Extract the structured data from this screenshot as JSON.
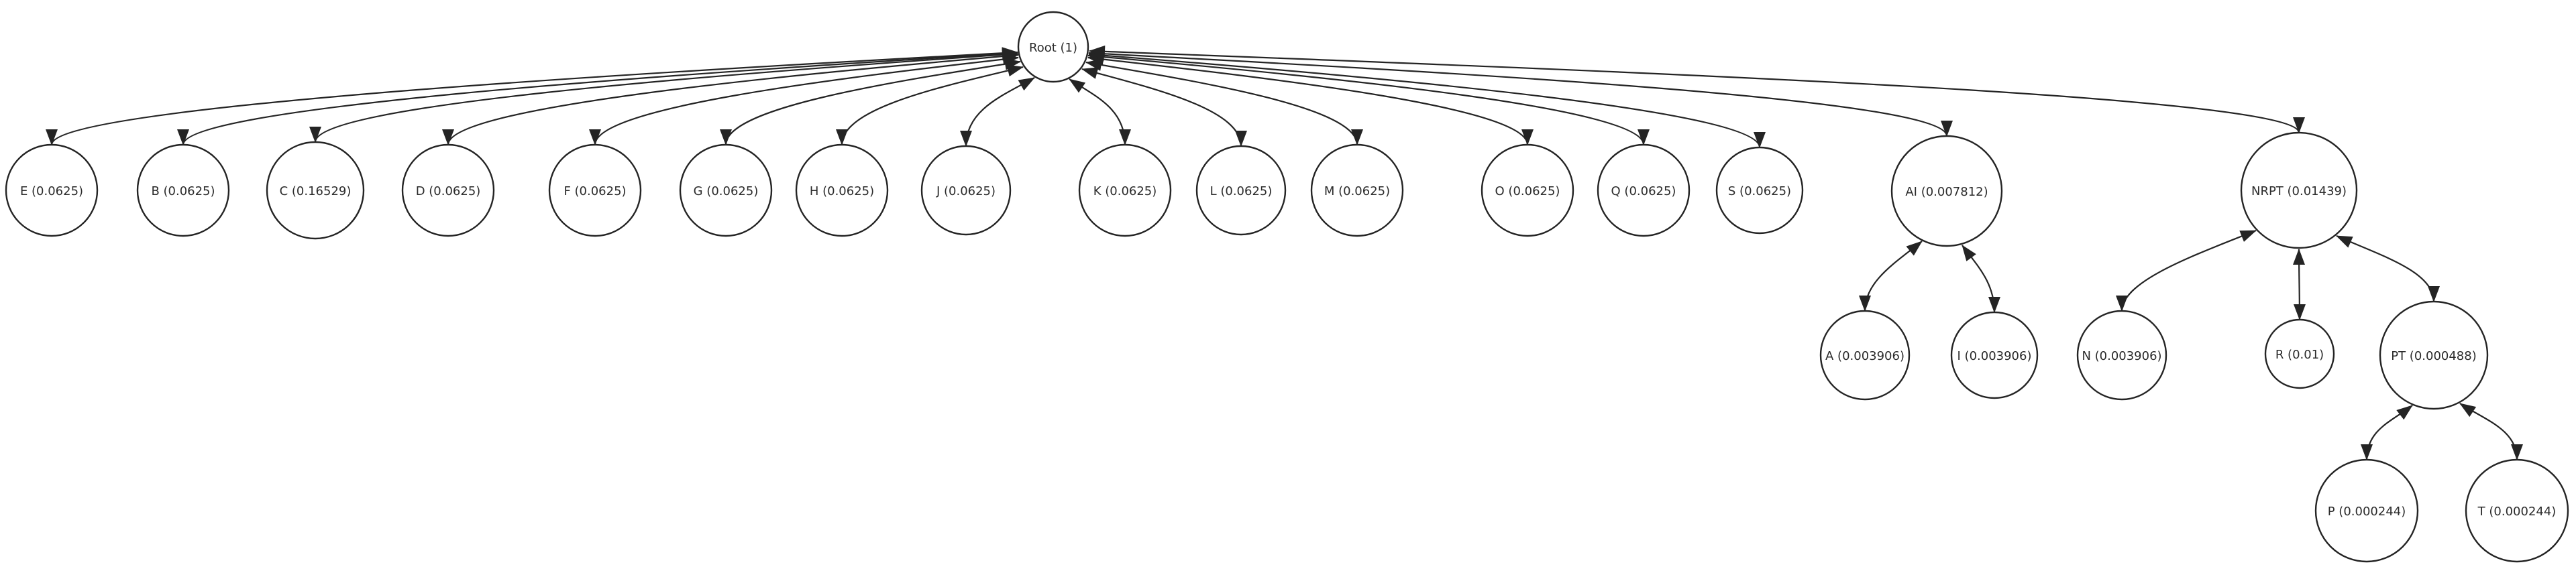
{
  "diagram": {
    "type": "probability-tree",
    "colors": {
      "background": "#ffffff",
      "node_fill": "#ffffff",
      "node_stroke": "#242424",
      "edge_stroke": "#242424",
      "label_text": "#2b2b2b"
    }
  },
  "tree": {
    "nodes": [
      {
        "id": "Root",
        "label": "Root",
        "probability": 1,
        "text": "Root (1)",
        "parent": null
      },
      {
        "id": "E",
        "label": "E",
        "probability": 0.0625,
        "text": "E (0.0625)",
        "parent": "Root"
      },
      {
        "id": "B",
        "label": "B",
        "probability": 0.0625,
        "text": "B (0.0625)",
        "parent": "Root"
      },
      {
        "id": "C",
        "label": "C",
        "probability": 0.16529,
        "text": "C (0.16529)",
        "parent": "Root"
      },
      {
        "id": "D",
        "label": "D",
        "probability": 0.0625,
        "text": "D (0.0625)",
        "parent": "Root"
      },
      {
        "id": "F",
        "label": "F",
        "probability": 0.0625,
        "text": "F (0.0625)",
        "parent": "Root"
      },
      {
        "id": "G",
        "label": "G",
        "probability": 0.0625,
        "text": "G (0.0625)",
        "parent": "Root"
      },
      {
        "id": "H",
        "label": "H",
        "probability": 0.0625,
        "text": "H (0.0625)",
        "parent": "Root"
      },
      {
        "id": "J",
        "label": "J",
        "probability": 0.0625,
        "text": "J (0.0625)",
        "parent": "Root"
      },
      {
        "id": "K",
        "label": "K",
        "probability": 0.0625,
        "text": "K (0.0625)",
        "parent": "Root"
      },
      {
        "id": "L",
        "label": "L",
        "probability": 0.0625,
        "text": "L (0.0625)",
        "parent": "Root"
      },
      {
        "id": "M",
        "label": "M",
        "probability": 0.0625,
        "text": "M (0.0625)",
        "parent": "Root"
      },
      {
        "id": "O",
        "label": "O",
        "probability": 0.0625,
        "text": "O (0.0625)",
        "parent": "Root"
      },
      {
        "id": "Q",
        "label": "Q",
        "probability": 0.0625,
        "text": "Q (0.0625)",
        "parent": "Root"
      },
      {
        "id": "S",
        "label": "S",
        "probability": 0.0625,
        "text": "S (0.0625)",
        "parent": "Root"
      },
      {
        "id": "AI",
        "label": "AI",
        "probability": 0.007812,
        "text": "AI (0.007812)",
        "parent": "Root"
      },
      {
        "id": "NRPT",
        "label": "NRPT",
        "probability": 0.01439,
        "text": "NRPT (0.01439)",
        "parent": "Root"
      },
      {
        "id": "A",
        "label": "A",
        "probability": 0.003906,
        "text": "A (0.003906)",
        "parent": "AI"
      },
      {
        "id": "I",
        "label": "I",
        "probability": 0.003906,
        "text": "I (0.003906)",
        "parent": "AI"
      },
      {
        "id": "N",
        "label": "N",
        "probability": 0.003906,
        "text": "N (0.003906)",
        "parent": "NRPT"
      },
      {
        "id": "R",
        "label": "R",
        "probability": 0.01,
        "text": "R (0.01)",
        "parent": "NRPT"
      },
      {
        "id": "PT",
        "label": "PT",
        "probability": 0.000488,
        "text": "PT (0.000488)",
        "parent": "NRPT"
      },
      {
        "id": "P",
        "label": "P",
        "probability": 0.000244,
        "text": "P (0.000244)",
        "parent": "PT"
      },
      {
        "id": "T",
        "label": "T",
        "probability": 0.000244,
        "text": "T (0.000244)",
        "parent": "PT"
      }
    ]
  }
}
